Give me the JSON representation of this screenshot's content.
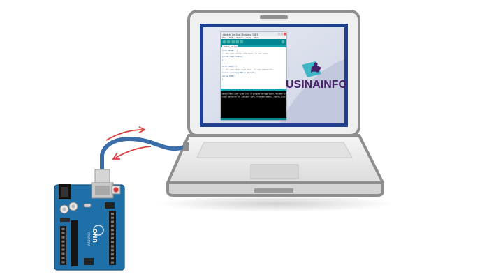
{
  "brand": {
    "wordmark": "USINAINFO",
    "wordmark_color": "#4a1f6b",
    "accent_color": "#3fb6c6"
  },
  "ide": {
    "window_title": "sketch_jun10a | Arduino 1.8.5",
    "menu": [
      "File",
      "Edit",
      "Sketch",
      "Tools",
      "Help"
    ],
    "tab_label": "sketch_jun10a",
    "code_lines": [
      "void setup() {",
      "  // put your setup code here, to run once:",
      "  Serial.begin(9600);",
      "}",
      "",
      "void loop() {",
      "  // put your main code here, to run repeatedly:",
      "  Serial.println(\"Hello World\");",
      "  delay(1000);",
      "}"
    ],
    "console_lines": [
      "Sketch uses 1,996 bytes (6%) of program storage space. Maximum is",
      "Global variables use 210 bytes (10%) of dynamic memory, leaving 1,838"
    ]
  },
  "board": {
    "model_label": "UNO",
    "brand_label": "ARDUINO",
    "color": "#1f6fa8"
  },
  "colors": {
    "laptop_body": "#ececec",
    "laptop_outline": "#8e8e8e",
    "screen_bezel": "#20408f",
    "screen_bg": "#dfe3ef",
    "cable": "#3b6ea8",
    "arrow": "#e03b3b"
  }
}
